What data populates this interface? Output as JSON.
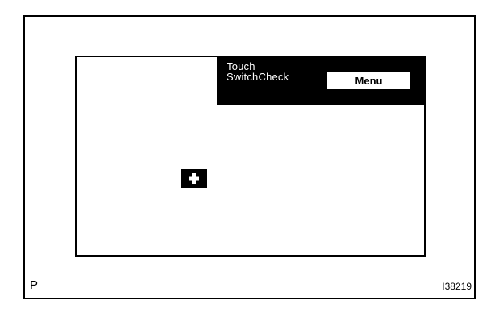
{
  "screen": {
    "header": {
      "title_line1": "Touch",
      "title_line2": "SwitchCheck",
      "menu_label": "Menu"
    },
    "target_icon": "plus-crosshair-icon"
  },
  "figure": {
    "corner_label": "P",
    "figure_id": "I38219"
  },
  "colors": {
    "ink": "#000000",
    "paper": "#ffffff"
  }
}
